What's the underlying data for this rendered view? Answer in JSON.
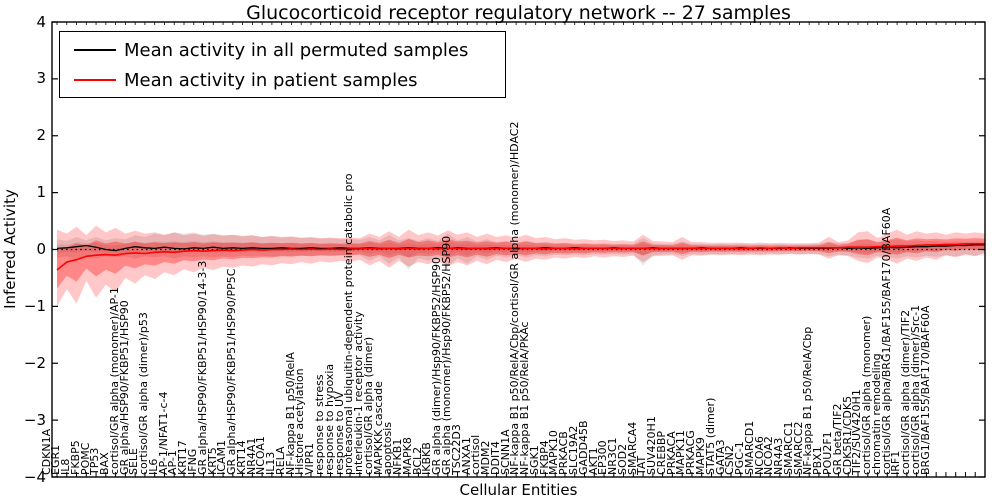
{
  "title": "Glucocorticoid receptor regulatory network -- 27 samples",
  "axes": {
    "xlabel": "Cellular Entities",
    "ylabel": "Inferred Activity",
    "ylim": [
      -4,
      4
    ],
    "yticks": [
      4,
      3,
      2,
      1,
      0,
      -1,
      -2,
      -3,
      -4
    ]
  },
  "legend": {
    "position": "upper left",
    "items": [
      {
        "label": "Mean activity in all permuted samples",
        "color": "#000000"
      },
      {
        "label": "Mean activity in patient samples",
        "color": "#ff0000"
      }
    ]
  },
  "colors": {
    "permuted_line": "#000000",
    "patient_line": "#ff0000",
    "permuted_band": "rgba(0,0,0,0.10)",
    "permuted_band_inner": "rgba(0,0,0,0.09)",
    "patient_band": "rgba(255,0,0,0.22)",
    "patient_band_inner": "rgba(255,0,0,0.32)",
    "zero_line": "#000000"
  },
  "chart_data": {
    "type": "line",
    "title": "Glucocorticoid receptor regulatory network -- 27 samples",
    "xlabel": "Cellular Entities",
    "ylabel": "Inferred Activity",
    "ylim": [
      -4,
      4
    ],
    "grid": false,
    "legend_position": "upper left",
    "zero_line": 0,
    "categories": [
      "CDKN1A",
      "EGR1",
      "IL8",
      "FKBP5",
      "POMC",
      "TP53",
      "BAX",
      "cortisol/GR alpha (monomer)/AP-1",
      "GR alpha/HSP90/FKBP51/HSP90",
      "SELE",
      "cortisol/GR alpha (dimer)/p53",
      "IL6",
      "AP-1/NFAT1-c-4",
      "AP-1",
      "KRT17",
      "IFNG",
      "GR alpha/HSP90/FKBP51/HSP90/14-3-3",
      "KRT5",
      "ICAM1",
      "GR alpha/HSP90/FKBP51/HSP90/PP5C",
      "KRT14",
      "NR4A1",
      "NCOA1",
      "IL13",
      "RELA",
      "NF-kappa B1 p50/RelA",
      "Histone acetylation",
      "VIPR1",
      "response to stress",
      "response to hypoxia",
      "response to UV",
      "proteasomal ubiquitin-dependent protein catabolic pro",
      "interleukin-1 receptor activity",
      "cortisol/GR alpha (dimer)",
      "MAPKKK cascade",
      "apoptosis",
      "NFKB1",
      "MAPK8",
      "BCL2",
      "IKBKB",
      "GR alpha (dimer)/Hsp90/FKBP52/HSP90",
      "GR alpha (monomer)/Hsp90/FKBP52/HSP90",
      "TSC22D3",
      "ANXA1",
      "cortisol",
      "MDM2",
      "DDIT4",
      "SCNN1A",
      "NF-kappa B1 p50/RelA/Cbp/cortisol/GR alpha (monomer)/HDAC2",
      "NF-kappa B1 p50/RelA/PKAc",
      "SGK1",
      "FKBP4",
      "MAPK10",
      "PRKACB",
      "SLC19A2",
      "GADD45B",
      "AKT1",
      "EP300",
      "NR3C1",
      "SOD2",
      "SMARCA4",
      "TAT",
      "SUV420H1",
      "CREBBP",
      "PRKACA",
      "MAPK11",
      "PRKACG",
      "MAPK9",
      "STAT5 (dimer)",
      "GATA3",
      "CSN2",
      "PGC-1",
      "SMARCD1",
      "NCOA6",
      "NCOA2",
      "NR4A3",
      "SMARCC1",
      "SMARCC2",
      "NF-kappa B1 p50/RelA/Cbp",
      "PBX1",
      "POU2F1",
      "GR beta/TIF2",
      "CDK5R1/CDK5",
      "TIF2/SUV420H1",
      "cortisol/GR alpha (monomer)",
      "chromatin remodeling",
      "cortisol/GR alpha/BRG1/BAF155/BAF170/BAF60A",
      "IRF1",
      "cortisol/GR alpha (dimer)/TIF2",
      "cortisol/GR alpha (dimer)/Src-1",
      "BRG1/BAF155/BAF170/BAF60A",
      "",
      "",
      "",
      "",
      ""
    ],
    "series": [
      {
        "name": "Mean activity in all permuted samples",
        "color": "#000000",
        "values": [
          0.02,
          0.03,
          0.05,
          0.07,
          0.04,
          0.0,
          -0.02,
          0.02,
          0.05,
          0.03,
          0.02,
          0.04,
          0.02,
          0.01,
          0.03,
          0.02,
          0.04,
          0.02,
          0.03,
          0.02,
          0.03,
          0.02,
          0.02,
          0.03,
          0.02,
          0.02,
          0.03,
          0.02,
          0.02,
          0.03,
          0.02,
          0.02,
          0.03,
          0.02,
          0.02,
          0.02,
          0.03,
          0.02,
          0.02,
          0.03,
          0.02,
          0.03,
          0.02,
          0.02,
          0.02,
          0.03,
          0.02,
          0.02,
          0.02,
          0.02,
          0.03,
          0.02,
          0.02,
          0.03,
          0.02,
          0.02,
          0.02,
          0.03,
          0.02,
          0.02,
          0.02,
          0.03,
          0.02,
          0.02,
          0.02,
          0.02,
          0.03,
          0.02,
          0.02,
          0.02,
          0.03,
          0.02,
          0.02,
          0.02,
          0.02,
          0.03,
          0.02,
          0.02,
          0.02,
          0.02,
          0.03,
          0.02,
          0.03,
          0.02,
          0.03,
          0.04,
          0.03,
          0.04,
          0.05,
          0.05,
          0.06,
          0.06,
          0.07,
          0.07,
          0.08,
          0.08
        ],
        "band_lower": [
          -0.15,
          -0.12,
          -0.18,
          -0.12,
          -0.16,
          -0.12,
          -0.14,
          -0.12,
          -0.16,
          -0.12,
          -0.14,
          -0.12,
          -0.16,
          -0.12,
          -0.14,
          -0.12,
          -0.14,
          -0.12,
          -0.13,
          -0.11,
          -0.12,
          -0.11,
          -0.12,
          -0.11,
          -0.12,
          -0.1,
          -0.11,
          -0.1,
          -0.11,
          -0.1,
          -0.1,
          -0.1,
          -0.2,
          -0.12,
          -0.25,
          -0.14,
          -0.35,
          -0.15,
          -0.2,
          -0.13,
          -0.3,
          -0.15,
          -0.25,
          -0.12,
          -0.18,
          -0.11,
          -0.14,
          -0.1,
          -0.14,
          -0.1,
          -0.12,
          -0.09,
          -0.1,
          -0.09,
          -0.1,
          -0.08,
          -0.09,
          -0.08,
          -0.09,
          -0.08,
          -0.28,
          -0.1,
          -0.09,
          -0.08,
          -0.12,
          -0.08,
          -0.09,
          -0.08,
          -0.08,
          -0.08,
          -0.08,
          -0.07,
          -0.08,
          -0.07,
          -0.08,
          -0.07,
          -0.08,
          -0.07,
          -0.08,
          -0.12,
          -0.09,
          -0.1,
          -0.14,
          -0.16,
          -0.11,
          -0.13,
          -0.16,
          -0.12,
          -0.14,
          -0.11,
          -0.13,
          -0.1,
          -0.12,
          -0.1,
          -0.11,
          -0.1
        ],
        "band_upper": [
          0.18,
          0.15,
          0.22,
          0.16,
          0.22,
          0.16,
          0.2,
          0.18,
          0.25,
          0.22,
          0.28,
          0.25,
          0.3,
          0.28,
          0.3,
          0.26,
          0.28,
          0.25,
          0.26,
          0.24,
          0.25,
          0.22,
          0.23,
          0.21,
          0.22,
          0.2,
          0.21,
          0.19,
          0.2,
          0.18,
          0.19,
          0.17,
          0.22,
          0.16,
          0.25,
          0.16,
          0.2,
          0.15,
          0.2,
          0.15,
          0.28,
          0.16,
          0.22,
          0.14,
          0.18,
          0.13,
          0.15,
          0.12,
          0.16,
          0.12,
          0.14,
          0.11,
          0.12,
          0.11,
          0.11,
          0.1,
          0.11,
          0.1,
          0.1,
          0.1,
          0.2,
          0.11,
          0.1,
          0.1,
          0.14,
          0.1,
          0.1,
          0.09,
          0.1,
          0.09,
          0.1,
          0.09,
          0.09,
          0.09,
          0.09,
          0.09,
          0.09,
          0.09,
          0.1,
          0.14,
          0.11,
          0.12,
          0.16,
          0.18,
          0.13,
          0.15,
          0.18,
          0.14,
          0.16,
          0.14,
          0.15,
          0.13,
          0.14,
          0.13,
          0.14,
          0.13
        ]
      },
      {
        "name": "Mean activity in patient samples",
        "color": "#ff0000",
        "values": [
          -0.36,
          -0.22,
          -0.18,
          -0.12,
          -0.1,
          -0.09,
          -0.1,
          -0.07,
          -0.06,
          -0.07,
          -0.05,
          -0.04,
          -0.05,
          -0.03,
          -0.02,
          -0.03,
          -0.02,
          -0.01,
          -0.02,
          -0.01,
          0.0,
          -0.01,
          0.0,
          0.0,
          0.01,
          0.0,
          0.01,
          0.0,
          0.01,
          0.0,
          0.01,
          0.01,
          0.02,
          0.01,
          0.02,
          0.01,
          0.02,
          0.01,
          0.02,
          0.01,
          0.02,
          0.02,
          0.01,
          0.02,
          0.01,
          0.02,
          0.02,
          0.01,
          0.02,
          0.02,
          0.01,
          0.02,
          0.02,
          0.01,
          0.02,
          0.02,
          0.02,
          0.02,
          0.02,
          0.02,
          0.02,
          0.02,
          0.02,
          0.02,
          0.02,
          0.02,
          0.02,
          0.02,
          0.02,
          0.02,
          0.02,
          0.02,
          0.03,
          0.02,
          0.03,
          0.02,
          0.03,
          0.03,
          0.03,
          0.03,
          0.03,
          0.04,
          0.04,
          0.04,
          0.05,
          0.05,
          0.06,
          0.06,
          0.07,
          0.08,
          0.08,
          0.09,
          0.09,
          0.1,
          0.1,
          0.1
        ],
        "band_lower": [
          -1.0,
          -0.7,
          -0.95,
          -0.55,
          -0.85,
          -0.62,
          -0.75,
          -0.5,
          -0.6,
          -0.45,
          -0.52,
          -0.4,
          -0.45,
          -0.35,
          -0.4,
          -0.32,
          -0.36,
          -0.3,
          -0.32,
          -0.28,
          -0.3,
          -0.26,
          -0.28,
          -0.24,
          -0.26,
          -0.22,
          -0.25,
          -0.21,
          -0.23,
          -0.2,
          -0.22,
          -0.18,
          -0.28,
          -0.2,
          -0.32,
          -0.2,
          -0.3,
          -0.22,
          -0.26,
          -0.2,
          -0.3,
          -0.22,
          -0.28,
          -0.2,
          -0.26,
          -0.18,
          -0.22,
          -0.16,
          -0.22,
          -0.16,
          -0.18,
          -0.14,
          -0.16,
          -0.13,
          -0.15,
          -0.12,
          -0.14,
          -0.12,
          -0.13,
          -0.11,
          -0.22,
          -0.12,
          -0.11,
          -0.1,
          -0.18,
          -0.1,
          -0.11,
          -0.09,
          -0.1,
          -0.09,
          -0.1,
          -0.09,
          -0.1,
          -0.09,
          -0.09,
          -0.08,
          -0.09,
          -0.08,
          -0.09,
          -0.16,
          -0.1,
          -0.12,
          -0.2,
          -0.24,
          -0.14,
          -0.18,
          -0.25,
          -0.16,
          -0.2,
          -0.14,
          -0.18,
          -0.1,
          -0.14,
          -0.08,
          -0.12,
          -0.05
        ],
        "band_upper": [
          0.35,
          0.28,
          0.4,
          0.25,
          0.42,
          0.3,
          0.38,
          0.28,
          0.33,
          0.28,
          0.3,
          0.26,
          0.3,
          0.25,
          0.28,
          0.24,
          0.27,
          0.24,
          0.26,
          0.23,
          0.25,
          0.22,
          0.24,
          0.22,
          0.23,
          0.21,
          0.22,
          0.2,
          0.21,
          0.2,
          0.21,
          0.2,
          0.28,
          0.22,
          0.32,
          0.22,
          0.35,
          0.25,
          0.3,
          0.24,
          0.34,
          0.26,
          0.3,
          0.22,
          0.28,
          0.22,
          0.25,
          0.2,
          0.26,
          0.2,
          0.22,
          0.18,
          0.2,
          0.17,
          0.18,
          0.16,
          0.17,
          0.15,
          0.16,
          0.14,
          0.26,
          0.15,
          0.14,
          0.13,
          0.22,
          0.13,
          0.13,
          0.12,
          0.12,
          0.12,
          0.12,
          0.11,
          0.12,
          0.11,
          0.12,
          0.11,
          0.11,
          0.11,
          0.12,
          0.22,
          0.13,
          0.16,
          0.3,
          0.32,
          0.2,
          0.28,
          0.35,
          0.26,
          0.32,
          0.28,
          0.3,
          0.26,
          0.3,
          0.28,
          0.3,
          0.28
        ]
      }
    ]
  }
}
